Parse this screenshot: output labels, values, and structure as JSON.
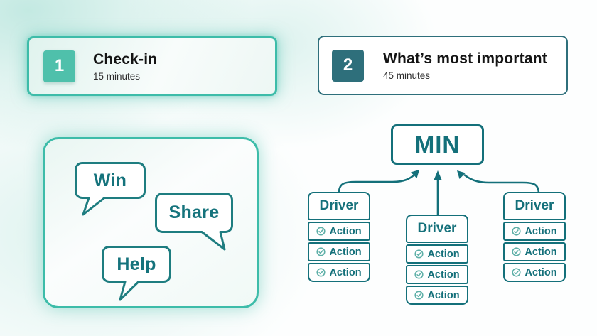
{
  "palette": {
    "teal_bright": "#3dbca9",
    "teal_dark": "#14707a",
    "badge1_bg": "#4fc0ab",
    "badge2_bg": "#2e6f7b",
    "title_text": "#141414"
  },
  "steps": [
    {
      "number": "1",
      "title": "Check-in",
      "duration": "15 minutes"
    },
    {
      "number": "2",
      "title": "What’s most important",
      "duration": "45 minutes"
    }
  ],
  "bubbles": [
    {
      "label": "Win"
    },
    {
      "label": "Share"
    },
    {
      "label": "Help"
    }
  ],
  "diagram": {
    "goal_label": "MIN",
    "columns": [
      {
        "header": "Driver",
        "actions": [
          "Action",
          "Action",
          "Action"
        ]
      },
      {
        "header": "Driver",
        "actions": [
          "Action",
          "Action",
          "Action"
        ]
      },
      {
        "header": "Driver",
        "actions": [
          "Action",
          "Action",
          "Action"
        ]
      }
    ]
  }
}
